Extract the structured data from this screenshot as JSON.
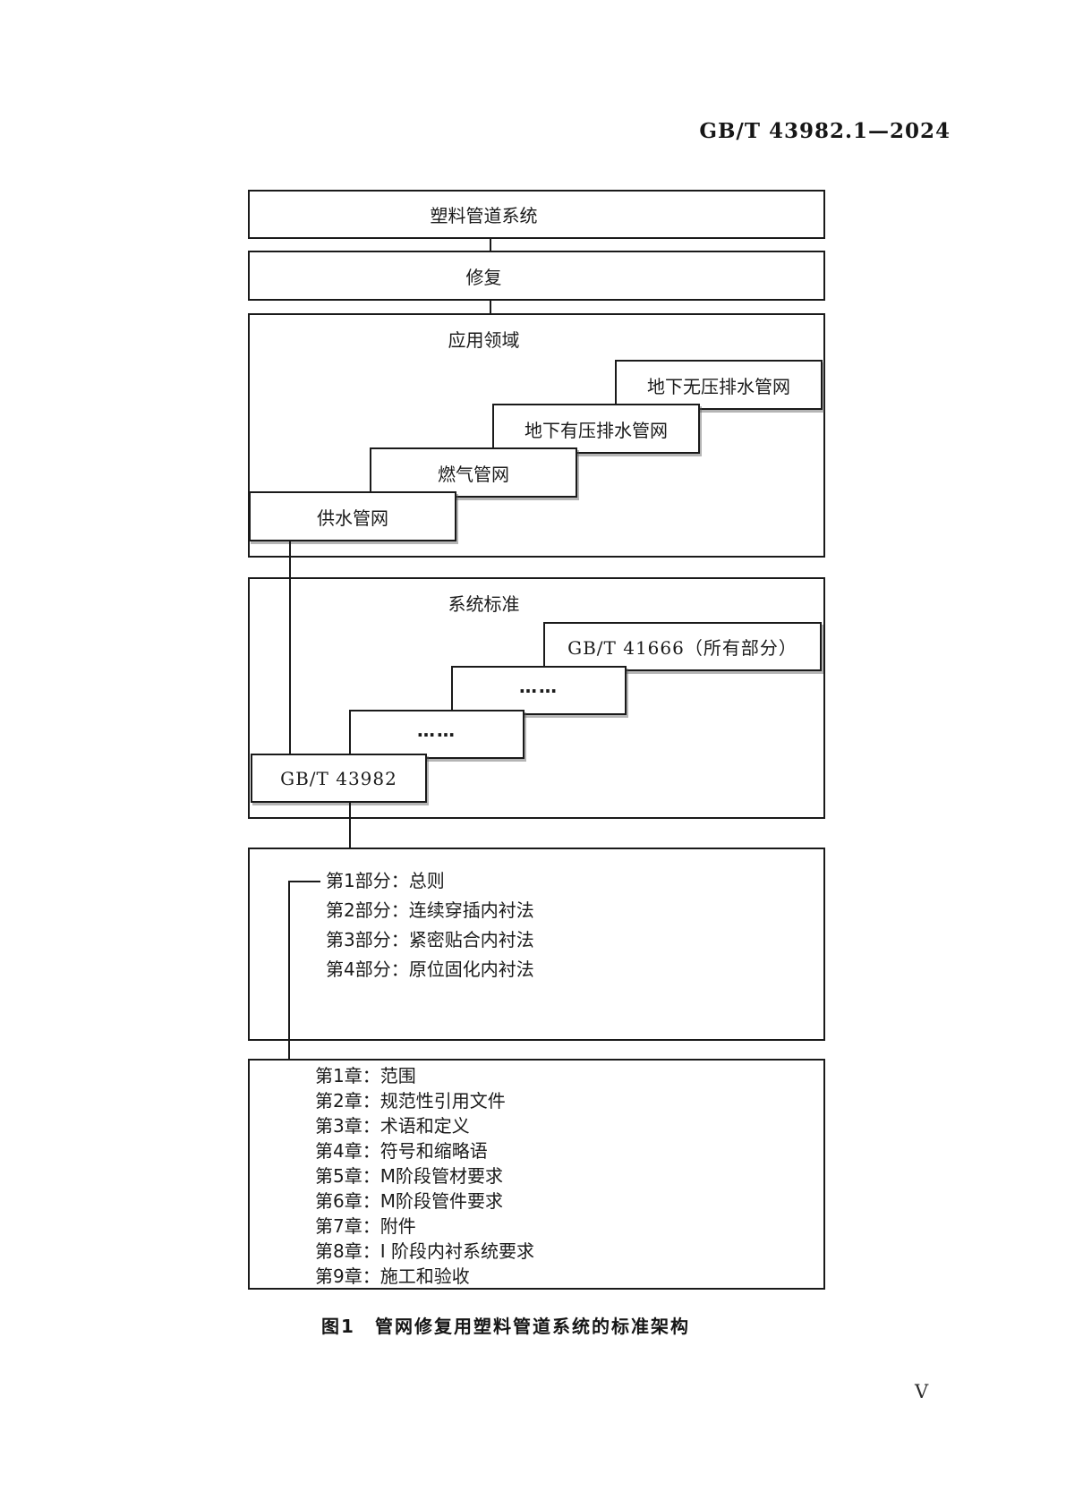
{
  "page": {
    "header": "GB/T 43982.1—2024",
    "caption": "图1　管网修复用塑料管道系统的标准架构",
    "page_number": "V"
  },
  "diagram": {
    "root_box": "塑料管道系统",
    "repair_box": "修复",
    "application": {
      "title": "应用领域",
      "items": [
        "地下无压排水管网",
        "地下有压排水管网",
        "燃气管网",
        "供水管网"
      ]
    },
    "standards": {
      "title": "系统标准",
      "items": [
        "GB/T 41666（所有部分）",
        "……",
        "……",
        "GB/T 43982"
      ]
    },
    "parts": {
      "items": [
        "第1部分：总则",
        "第2部分：连续穿插内衬法",
        "第3部分：紧密贴合内衬法",
        "第4部分：原位固化内衬法"
      ]
    },
    "chapters": {
      "items": [
        "第1章：范围",
        "第2章：规范性引用文件",
        "第3章：术语和定义",
        "第4章：符号和缩略语",
        "第5章：M阶段管材要求",
        "第6章：M阶段管件要求",
        "第7章：附件",
        "第8章：I 阶段内衬系统要求",
        "第9章：施工和验收"
      ]
    }
  }
}
